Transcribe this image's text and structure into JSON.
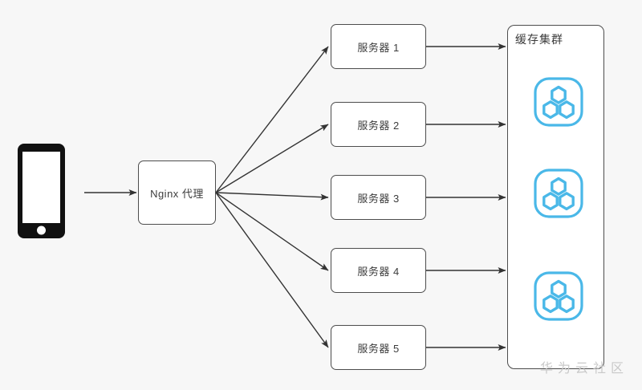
{
  "diagram": {
    "title": "Nginx load balancing to cache cluster architecture",
    "background_color": "#f7f7f7",
    "stroke_color": "#4d4d4d",
    "text_color": "#3c3c3c",
    "accent_color": "#4ab8e8"
  },
  "client": {
    "icon": "mobile-phone-icon",
    "label": ""
  },
  "proxy": {
    "label": "Nginx 代理"
  },
  "servers": [
    {
      "label": "服务器 1"
    },
    {
      "label": "服务器 2"
    },
    {
      "label": "服务器 3"
    },
    {
      "label": "服务器 4"
    },
    {
      "label": "服务器 5"
    }
  ],
  "cluster": {
    "title": "缓存集群",
    "nodes": [
      {
        "icon": "cache-node-icon"
      },
      {
        "icon": "cache-node-icon"
      },
      {
        "icon": "cache-node-icon"
      }
    ]
  },
  "watermark": {
    "text": "华为云社区"
  }
}
